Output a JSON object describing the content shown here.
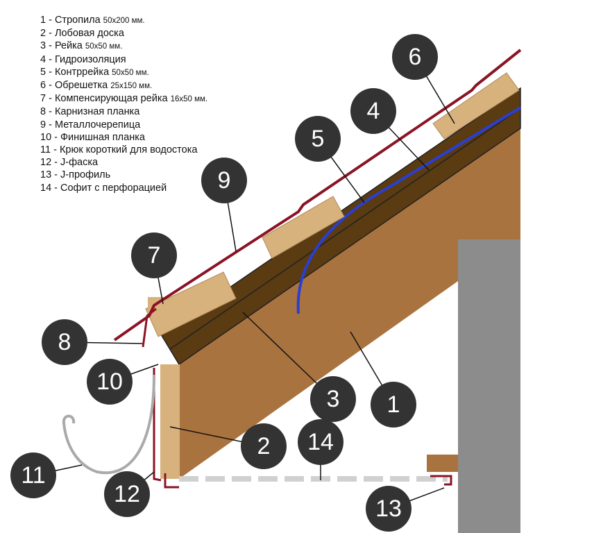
{
  "legend": [
    {
      "text": "1 - Стропила",
      "size": "50x200 мм."
    },
    {
      "text": "2 - Лобовая доска",
      "size": ""
    },
    {
      "text": "3 - Рейка",
      "size": "50x50 мм."
    },
    {
      "text": "4 - Гидроизоляция",
      "size": ""
    },
    {
      "text": "5 - Контррейка",
      "size": "50x50 мм."
    },
    {
      "text": "6 - Обрешетка",
      "size": "25x150 мм."
    },
    {
      "text": "7 - Компенсирующая рейка",
      "size": "16x50 мм."
    },
    {
      "text": "8 - Карнизная планка",
      "size": ""
    },
    {
      "text": "9 - Металлочерепица",
      "size": ""
    },
    {
      "text": "10 - Финишная планка",
      "size": ""
    },
    {
      "text": "11 - Крюк короткий для водостока",
      "size": ""
    },
    {
      "text": "12 - J-фаска",
      "size": ""
    },
    {
      "text": "13 - J-профиль",
      "size": ""
    },
    {
      "text": "14 - Софит с перфорацией",
      "size": ""
    }
  ],
  "markers": [
    "1",
    "2",
    "3",
    "4",
    "5",
    "6",
    "7",
    "8",
    "9",
    "10",
    "11",
    "12",
    "13",
    "14"
  ],
  "colors": {
    "rafter": "#a9733f",
    "batten": "#5a3b12",
    "membrane": "#2a3fd0",
    "tile": "#8a1424",
    "wall": "#8c8c8c",
    "board": "#d8b27c",
    "marker": "#333333"
  }
}
